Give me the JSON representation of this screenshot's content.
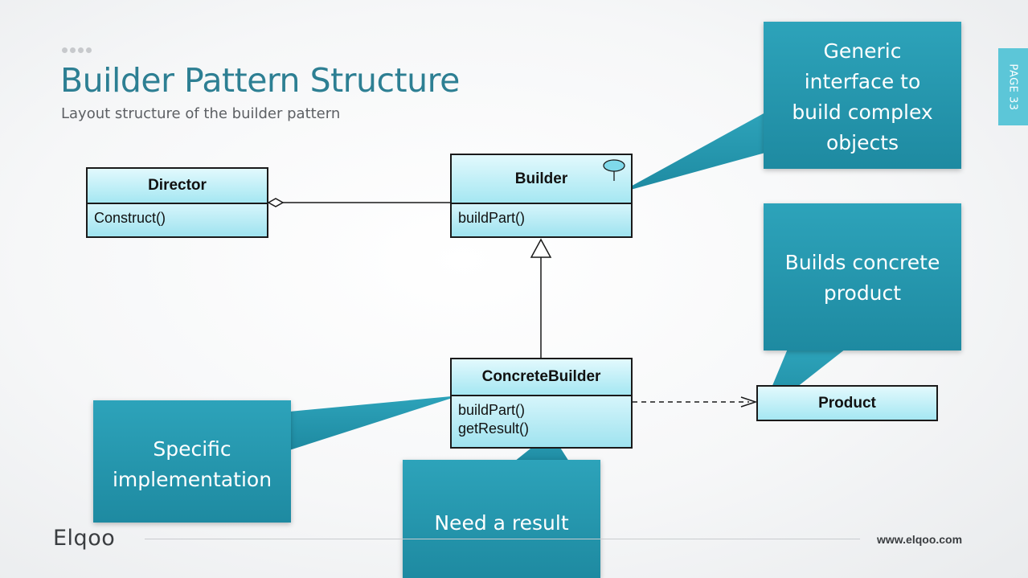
{
  "slide": {
    "title": "Builder Pattern Structure",
    "subtitle": "Layout structure of the builder pattern",
    "page_label": "PAGE 33"
  },
  "classes": {
    "director": {
      "name": "Director",
      "methods": [
        "Construct()"
      ]
    },
    "builder": {
      "name": "Builder",
      "methods": [
        "buildPart()"
      ]
    },
    "concrete_builder": {
      "name": "ConcreteBuilder",
      "methods": [
        "buildPart()",
        "getResult()"
      ]
    },
    "product": {
      "name": "Product"
    }
  },
  "callouts": {
    "builder_note": "Generic interface to build complex objects",
    "product_note": "Builds concrete product",
    "concrete_note": "Specific implementation",
    "result_note": "Need a result"
  },
  "footer": {
    "logo": "Elqoo",
    "url": "www.elqoo.com"
  },
  "colors": {
    "title": "#2d7f93",
    "callout": "#2396ad",
    "uml_fill": "#a5e7f2",
    "page_tab": "#5cc6d8"
  }
}
